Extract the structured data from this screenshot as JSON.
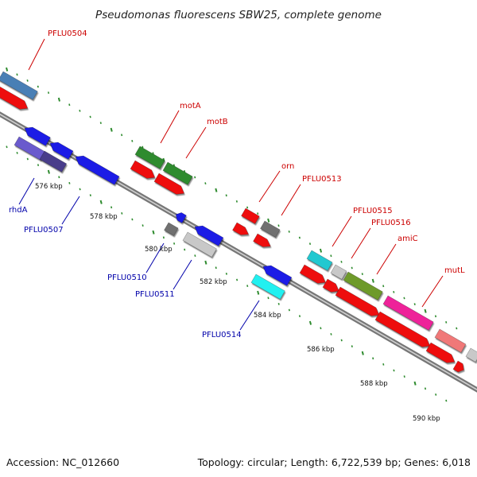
{
  "title": "Pseudomonas fluorescens SBW25, complete genome",
  "footer": {
    "accession": "Accession: NC_012660",
    "summary": "Topology: circular; Length: 6,722,539 bp; Genes: 6,018"
  },
  "kbp_labels": [
    "576 kbp",
    "578 kbp",
    "580 kbp",
    "582 kbp",
    "584 kbp",
    "586 kbp",
    "588 kbp",
    "590 kbp"
  ],
  "gene_labels_top": [
    "PFLU0504",
    "motA",
    "motB",
    "orn",
    "PFLU0513",
    "PFLU0515",
    "PFLU0516",
    "amiC",
    "mutL"
  ],
  "gene_labels_bottom": [
    "rhdA",
    "PFLU0507",
    "PFLU0510",
    "PFLU0511",
    "PFLU0514"
  ],
  "colors": {
    "backbone": "#888888",
    "tick": "#2e8b2e",
    "cds": "#ee1111",
    "top_label": "#cc0000",
    "bottom_label": "#0000aa"
  }
}
